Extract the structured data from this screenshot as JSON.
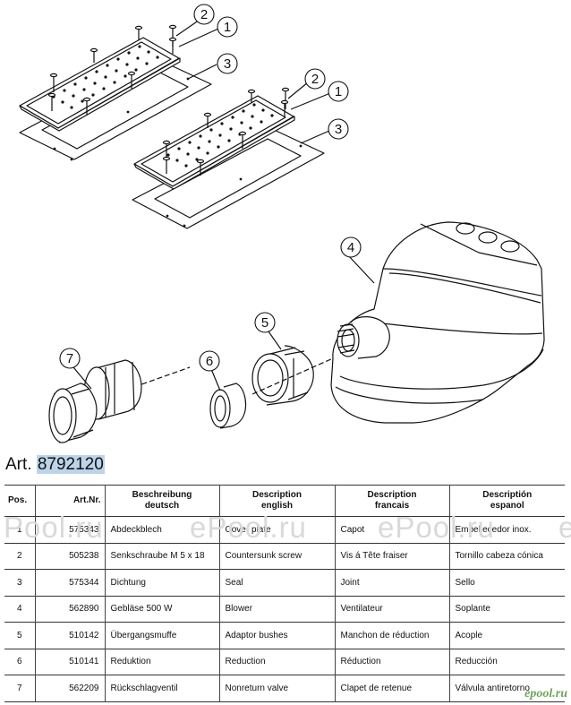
{
  "callouts": {
    "upper_plate": "1",
    "upper_screw": "2",
    "upper_seal": "3",
    "lower_plate": "1",
    "lower_screw": "2",
    "lower_seal": "3",
    "blower": "4",
    "adaptor": "5",
    "reduction": "6",
    "valve": "7"
  },
  "article": {
    "prefix": "Art.",
    "number": "8792120"
  },
  "table": {
    "headers": {
      "pos": "Pos.",
      "art": "Art.Nr.",
      "de": [
        "Beschreibung",
        "deutsch"
      ],
      "en": [
        "Description",
        "english"
      ],
      "fr": [
        "Description",
        "francais"
      ],
      "es": [
        "Descriptión",
        "espanol"
      ]
    },
    "rows": [
      {
        "pos": "1",
        "art": "575343",
        "de": "Abdeckblech",
        "en": "Cover plate",
        "fr": "Capot",
        "es": "Embellecedor inox."
      },
      {
        "pos": "2",
        "art": "505238",
        "de": "Senkschraube M 5 x 18",
        "en": "Countersunk screw",
        "fr": "Vis á Tête fraiser",
        "es": "Tornillo cabeza cónica"
      },
      {
        "pos": "3",
        "art": "575344",
        "de": "Dichtung",
        "en": "Seal",
        "fr": "Joint",
        "es": "Sello"
      },
      {
        "pos": "4",
        "art": "562890",
        "de": "Gebläse 500 W",
        "en": "Blower",
        "fr": "Ventilateur",
        "es": "Soplante"
      },
      {
        "pos": "5",
        "art": "510142",
        "de": "Übergangsmuffe",
        "en": "Adaptor bushes",
        "fr": "Manchon de réduction",
        "es": "Acople"
      },
      {
        "pos": "6",
        "art": "510141",
        "de": "Reduktion",
        "en": "Reduction",
        "fr": "Réduction",
        "es": "Reducción"
      },
      {
        "pos": "7",
        "art": "562209",
        "de": "Rückschlagventil",
        "en": "Nonreturn valve",
        "fr": "Clapet de retenue",
        "es": "Válvula antiretorno"
      }
    ]
  },
  "watermark": [
    "Pool.ru",
    "ePool.ru",
    "ePool.ru",
    "ePool.ru"
  ],
  "logo": "epool.ru"
}
